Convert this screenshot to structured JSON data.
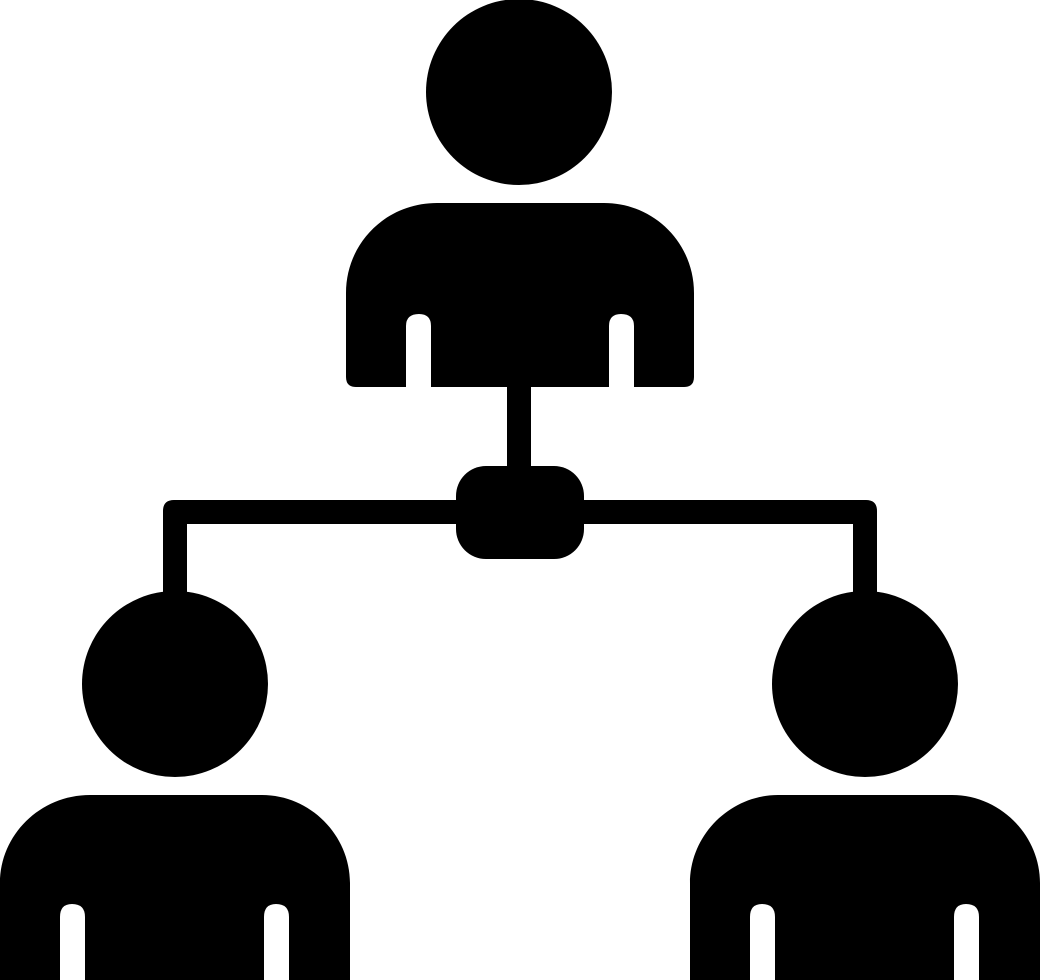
{
  "icon": {
    "name": "hierarchy-people-icon",
    "style": "glyph",
    "foreground": "#000000",
    "background": "#ffffff"
  },
  "nodes": [
    {
      "role": "parent",
      "icon": "person-icon"
    },
    {
      "role": "child-left",
      "icon": "person-icon"
    },
    {
      "role": "child-right",
      "icon": "person-icon"
    }
  ],
  "connector": {
    "icon": "junction-node-icon"
  }
}
